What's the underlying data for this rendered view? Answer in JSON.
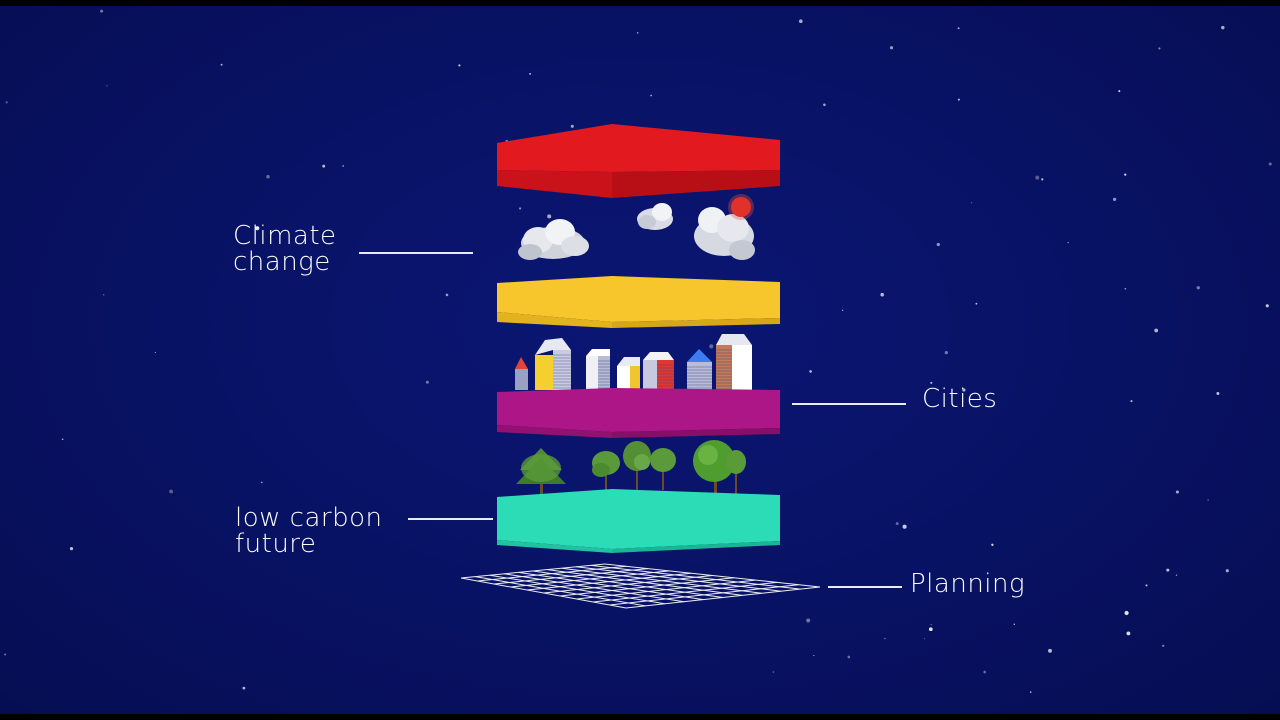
{
  "labels": {
    "climate_line1": "Climate",
    "climate_line2": "change",
    "cities": "Cities",
    "low_carbon_line1": "low carbon",
    "low_carbon_line2": "future",
    "planning": "Planning"
  },
  "colors": {
    "background": "#081263",
    "red_layer": "#d9161d",
    "yellow_layer": "#f5c42a",
    "magenta_layer": "#a5147f",
    "teal_layer": "#27d9b3",
    "sun": "#e0322b",
    "leader_line": "#e8eaf8"
  },
  "icons": [
    "cloud-icon",
    "sun-icon",
    "building-icon",
    "tree-icon",
    "grid-icon"
  ]
}
